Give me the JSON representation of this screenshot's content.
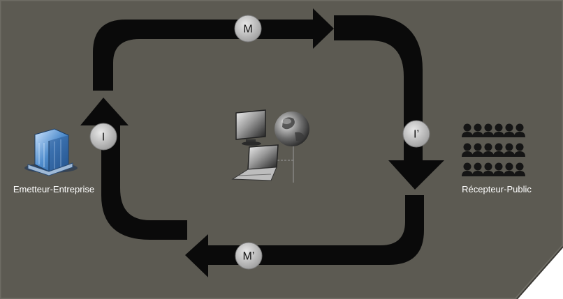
{
  "colors": {
    "panel": "#5c5a52",
    "panel_border": "#6e6c64",
    "arrow": "#0a0a0a",
    "badge": "#b9b9b9",
    "corner": "#ffffff"
  },
  "flow": {
    "top_label": "M",
    "right_label": "I’",
    "bottom_label": "M’",
    "left_label": "I"
  },
  "entities": {
    "sender": {
      "label": "Emetteur-Entreprise",
      "icon": "office-building-icon"
    },
    "receiver": {
      "label": "Récepteur-Public",
      "icon": "audience-crowd-icon"
    },
    "center": {
      "icons": [
        "desktop-monitor-icon",
        "globe-icon",
        "laptop-icon"
      ]
    }
  }
}
